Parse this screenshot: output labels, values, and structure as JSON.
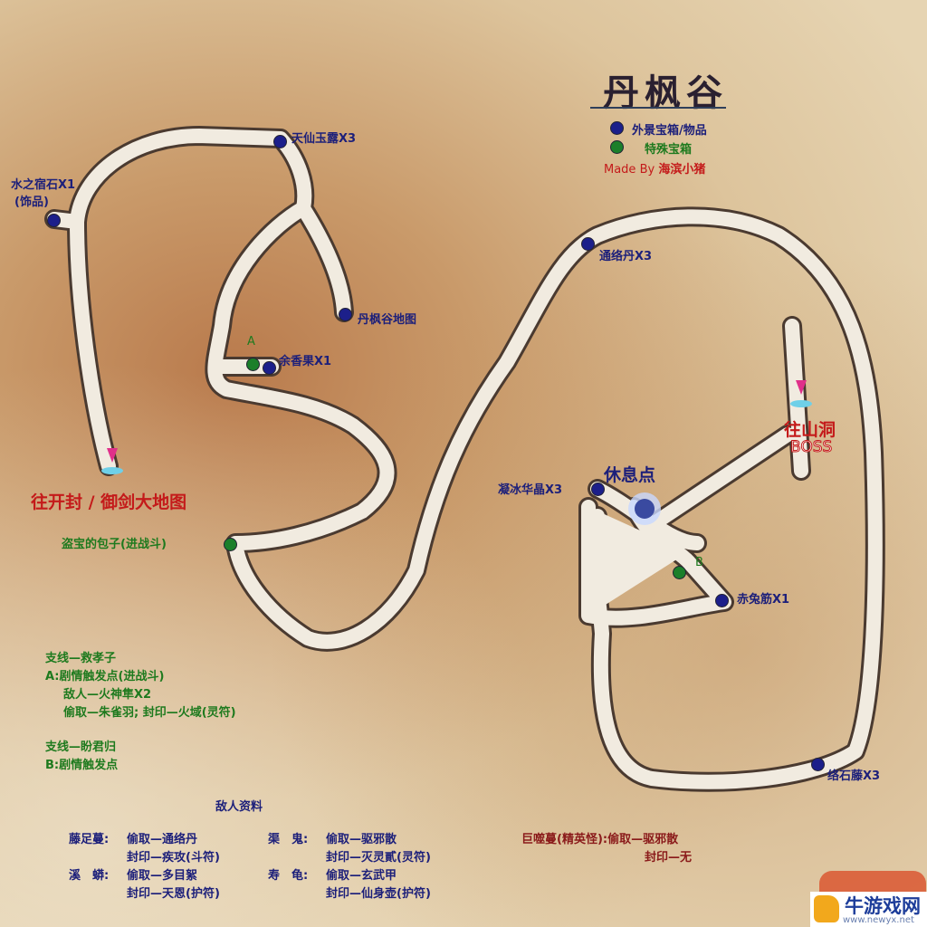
{
  "title": "丹枫谷",
  "legend": [
    {
      "label": "外景宝箱/物品",
      "color": "#1c1f8a"
    },
    {
      "label": "特殊宝箱",
      "color": "#1b7f2a"
    }
  ],
  "credit": {
    "prefix": "Made By",
    "author": "海滨小猪"
  },
  "markers": {
    "shuizhi": "水之宿石X1",
    "shuizhi_sub": "(饰品)",
    "tianxian": "天仙玉露X3",
    "danfeng_map": "丹枫谷地图",
    "yuxiang": "余香果X1",
    "a": "A",
    "b": "B",
    "daobao": "盗宝的包子(进战斗)",
    "tongluo": "通络丹X3",
    "ningbing": "凝冰华晶X3",
    "chitu": "赤兔筋X1",
    "luoshi": "络石藤X3",
    "rest": "休息点",
    "exit_left": "往开封 / 御剑大地图",
    "exit_right": "往山洞",
    "boss": "BOSS"
  },
  "notes": {
    "quest1": [
      "支线—救孝子",
      "A:剧情触发点(进战斗)",
      "敌人—火神隼X2",
      "偷取—朱雀羽; 封印—火域(灵符)"
    ],
    "quest2": [
      "支线—盼君归",
      "B:剧情触发点"
    ]
  },
  "enemies": {
    "heading": "敌人资料",
    "list": [
      {
        "name": "藤足蔓:",
        "steal": "偷取—通络丹",
        "seal": "封印—疾攻(斗符)"
      },
      {
        "name": "渠　鬼:",
        "steal": "偷取—驱邪散",
        "seal": "封印—灭灵貳(灵符)"
      },
      {
        "name": "溪　蟒:",
        "steal": "偷取—多目絮",
        "seal": "封印—天恩(护符)"
      },
      {
        "name": "寿　龟:",
        "steal": "偷取—玄武甲",
        "seal": "封印—仙身壶(护符)"
      }
    ],
    "elite": {
      "name": "巨噬蔓(精英怪):",
      "steal": "偷取—驱邪散",
      "seal": "封印—无"
    }
  },
  "watermark": {
    "name": "牛游戏网",
    "url": "www.newyx.net"
  }
}
